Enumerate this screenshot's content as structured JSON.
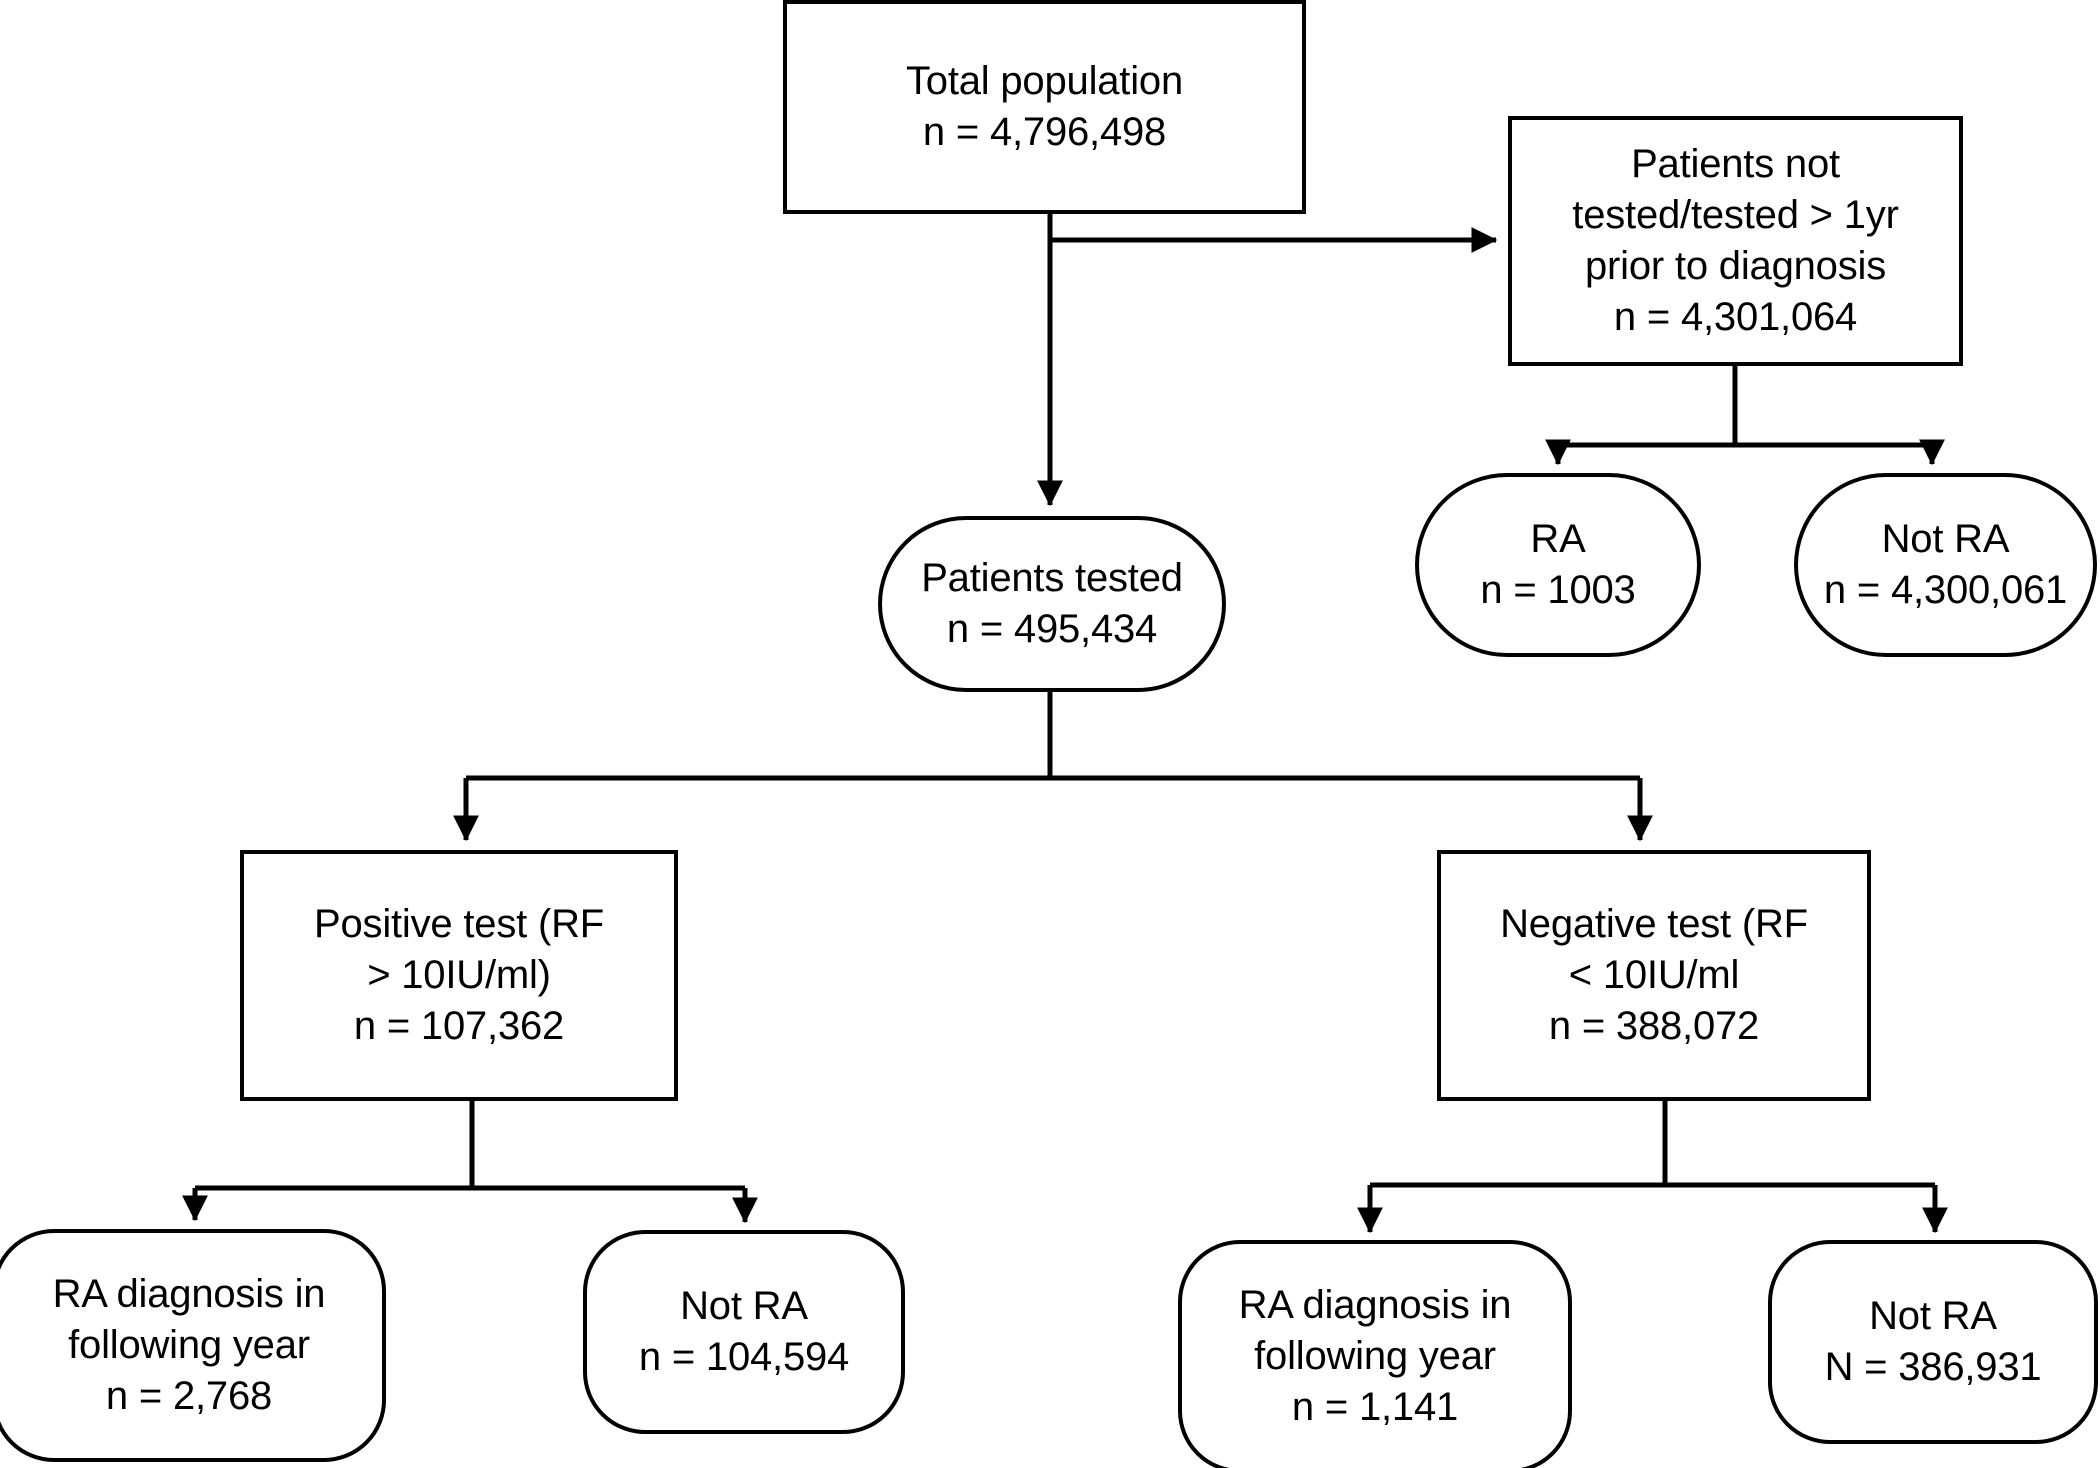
{
  "diagram": {
    "type": "flowchart",
    "title": "",
    "orientation": "top-down",
    "stroke_color": "#000000",
    "background_color": "#ffffff",
    "nodes": [
      {
        "id": "total-population",
        "shape": "rectangle",
        "lines": [
          "Total population",
          "n = 4,796,498"
        ],
        "label": "Total population",
        "count": "4,796,498"
      },
      {
        "id": "not-tested",
        "shape": "rectangle",
        "lines": [
          "Patients not",
          "tested/tested > 1yr",
          "prior to diagnosis",
          "n = 4,301,064"
        ],
        "label": "Patients not tested/tested > 1yr prior to diagnosis",
        "count": "4,301,064"
      },
      {
        "id": "not-tested-ra",
        "shape": "stadium",
        "lines": [
          "RA",
          "n = 1003"
        ],
        "label": "RA",
        "count": "1003"
      },
      {
        "id": "not-tested-not-ra",
        "shape": "stadium",
        "lines": [
          "Not RA",
          "n = 4,300,061"
        ],
        "label": "Not RA",
        "count": "4,300,061"
      },
      {
        "id": "patients-tested",
        "shape": "stadium",
        "lines": [
          "Patients tested",
          "n = 495,434"
        ],
        "label": "Patients tested",
        "count": "495,434"
      },
      {
        "id": "positive-test",
        "shape": "rectangle",
        "lines": [
          "Positive test (RF",
          "> 10IU/ml)",
          "n = 107,362"
        ],
        "label": "Positive test (RF > 10IU/ml)",
        "count": "107,362"
      },
      {
        "id": "negative-test",
        "shape": "rectangle",
        "lines": [
          "Negative test (RF",
          "< 10IU/ml",
          "n = 388,072"
        ],
        "label": "Negative test (RF < 10IU/ml",
        "count": "388,072"
      },
      {
        "id": "positive-ra",
        "shape": "rounded",
        "lines": [
          "RA diagnosis in",
          "following year",
          "n = 2,768"
        ],
        "label": "RA diagnosis in following year",
        "count": "2,768"
      },
      {
        "id": "positive-not-ra",
        "shape": "rounded",
        "lines": [
          "Not RA",
          "n = 104,594"
        ],
        "label": "Not RA",
        "count": "104,594"
      },
      {
        "id": "negative-ra",
        "shape": "rounded",
        "lines": [
          "RA diagnosis in",
          "following year",
          "n = 1,141"
        ],
        "label": "RA diagnosis in following year",
        "count": "1,141"
      },
      {
        "id": "negative-not-ra",
        "shape": "rounded",
        "lines": [
          "Not RA",
          "N = 386,931"
        ],
        "label": "Not RA",
        "count": "386,931"
      }
    ],
    "edges": [
      {
        "from": "total-population",
        "to": "not-tested",
        "label": ""
      },
      {
        "from": "total-population",
        "to": "patients-tested",
        "label": ""
      },
      {
        "from": "not-tested",
        "to": "not-tested-ra",
        "label": ""
      },
      {
        "from": "not-tested",
        "to": "not-tested-not-ra",
        "label": ""
      },
      {
        "from": "patients-tested",
        "to": "positive-test",
        "label": ""
      },
      {
        "from": "patients-tested",
        "to": "negative-test",
        "label": ""
      },
      {
        "from": "positive-test",
        "to": "positive-ra",
        "label": ""
      },
      {
        "from": "positive-test",
        "to": "positive-not-ra",
        "label": ""
      },
      {
        "from": "negative-test",
        "to": "negative-ra",
        "label": ""
      },
      {
        "from": "negative-test",
        "to": "negative-not-ra",
        "label": ""
      }
    ]
  }
}
